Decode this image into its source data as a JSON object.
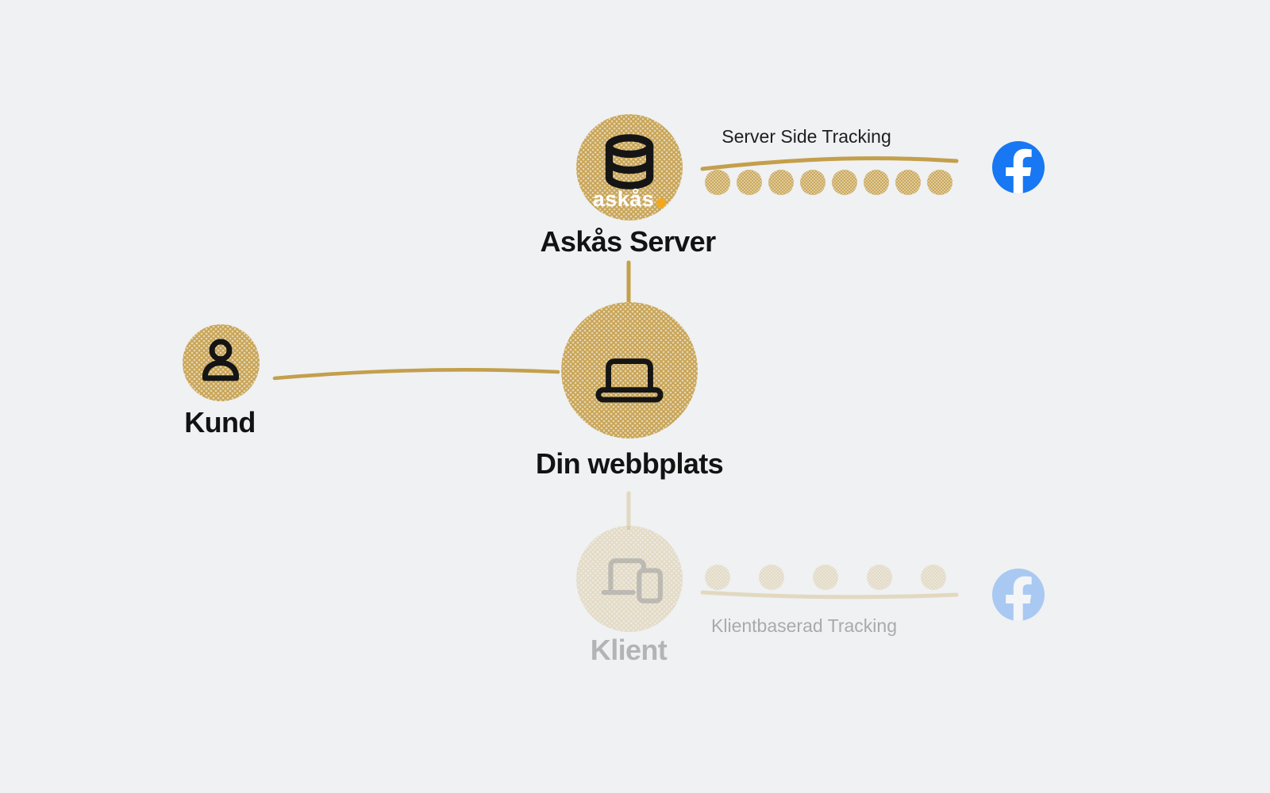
{
  "page": {
    "background": "#eff1f3"
  },
  "colors": {
    "gold": "#c7a251",
    "gold_line": "#c49f4b",
    "facebook_blue": "#1877f2",
    "label_dark": "#131313",
    "inactive_gray": "#a9aaae",
    "logo_dot_orange": "#f4a71d"
  },
  "nodes": {
    "askas_server": {
      "label": "Askås Server",
      "icon": "database-icon",
      "logo_text": "askås"
    },
    "kund": {
      "label": "Kund",
      "icon": "user-icon"
    },
    "din_webbplats": {
      "label": "Din webbplats",
      "icon": "laptop-icon"
    },
    "klient": {
      "label": "Klient",
      "icon": "devices-icon"
    }
  },
  "flows": {
    "server_side": {
      "label": "Server Side Tracking",
      "dot_count": 8,
      "destination": "Facebook",
      "state": "active"
    },
    "client_side": {
      "label": "Klientbaserad Tracking",
      "dot_count": 5,
      "destination": "Facebook",
      "state": "inactive"
    }
  }
}
